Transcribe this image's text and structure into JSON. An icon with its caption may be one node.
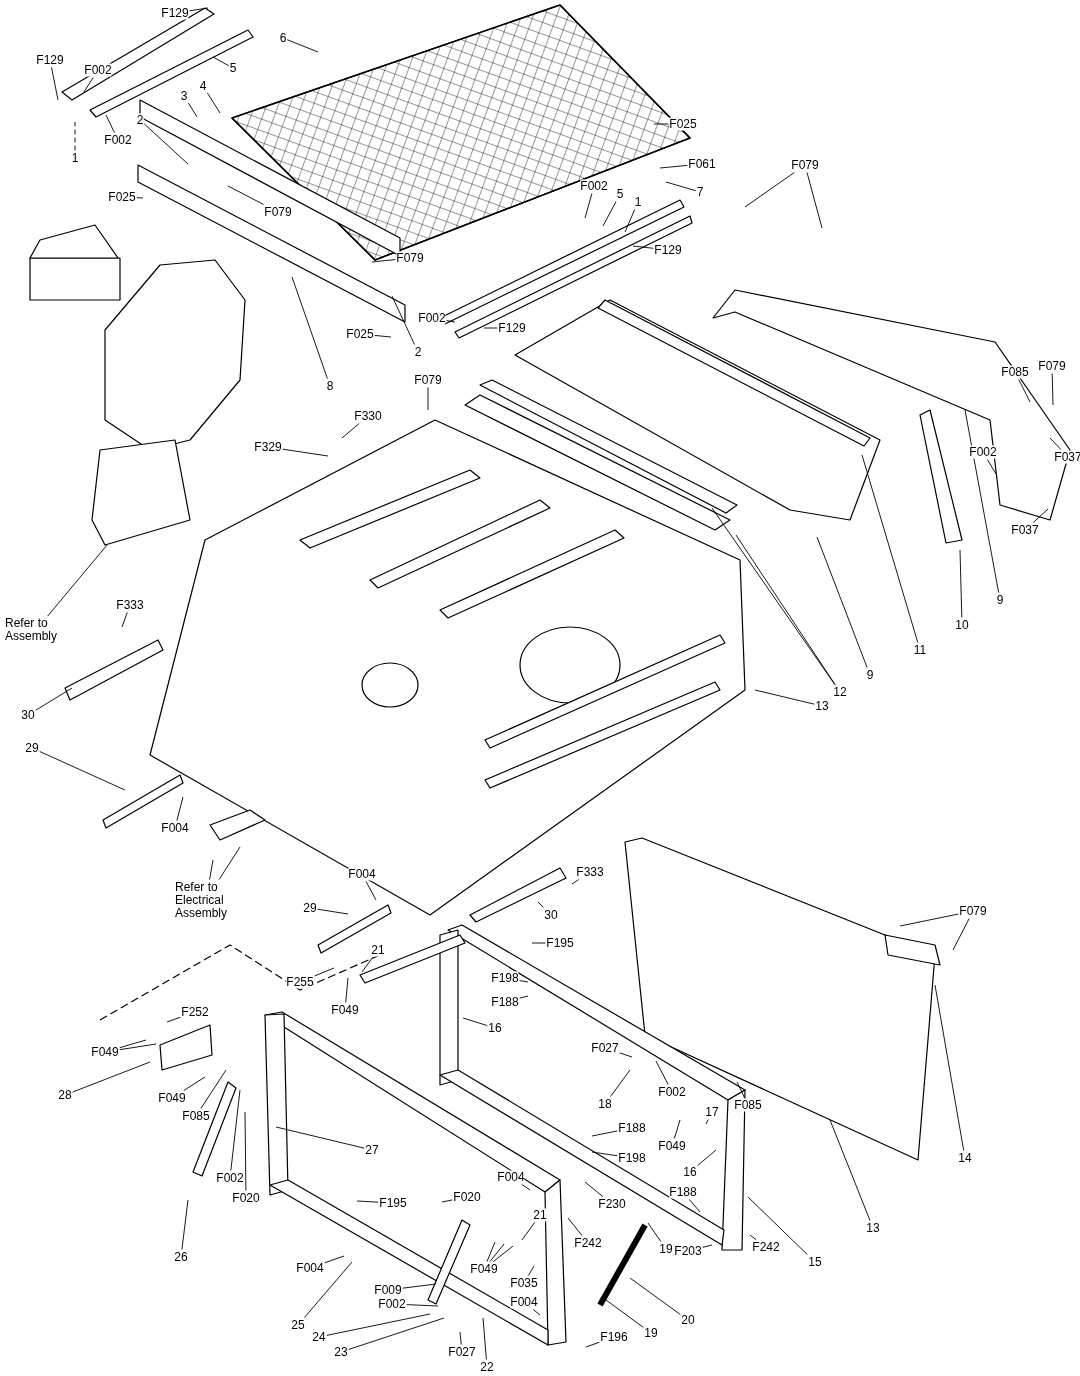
{
  "diagram": {
    "nodes": [
      {
        "text": [
          "F129"
        ]
      },
      {
        "text": [
          "5"
        ]
      },
      {
        "text": [
          "6"
        ]
      },
      {
        "text": [
          "F129"
        ]
      },
      {
        "text": [
          "F002"
        ]
      },
      {
        "text": [
          "2"
        ]
      },
      {
        "text": [
          "3"
        ]
      },
      {
        "text": [
          "4"
        ]
      },
      {
        "text": [
          "F002"
        ]
      },
      {
        "text": [
          "1"
        ]
      },
      {
        "text": [
          "F025"
        ]
      },
      {
        "text": [
          "F079"
        ]
      },
      {
        "text": [
          "F025"
        ]
      },
      {
        "text": [
          "F061"
        ]
      },
      {
        "text": [
          "7"
        ]
      },
      {
        "text": [
          "F079"
        ]
      },
      {
        "text": [
          "F002"
        ]
      },
      {
        "text": [
          "5"
        ]
      },
      {
        "text": [
          "1"
        ]
      },
      {
        "text": [
          "F129"
        ]
      },
      {
        "text": [
          "F079"
        ]
      },
      {
        "text": [
          "F002"
        ]
      },
      {
        "text": [
          "F129"
        ]
      },
      {
        "text": [
          "F025"
        ]
      },
      {
        "text": [
          "2"
        ]
      },
      {
        "text": [
          "8"
        ]
      },
      {
        "text": [
          "F079"
        ]
      },
      {
        "text": [
          "F330"
        ]
      },
      {
        "text": [
          "F329"
        ]
      },
      {
        "text": [
          "F079"
        ]
      },
      {
        "text": [
          "F085"
        ]
      },
      {
        "text": [
          "F037"
        ]
      },
      {
        "text": [
          "F002"
        ]
      },
      {
        "text": [
          "F037"
        ]
      },
      {
        "text": [
          "Refer to Assembly"
        ]
      },
      {
        "text": [
          "F333"
        ]
      },
      {
        "text": [
          "30"
        ]
      },
      {
        "text": [
          "9"
        ]
      },
      {
        "text": [
          "11"
        ]
      },
      {
        "text": [
          "10"
        ]
      },
      {
        "text": [
          "9"
        ]
      },
      {
        "text": [
          "12"
        ]
      },
      {
        "text": [
          "13"
        ]
      },
      {
        "text": [
          "29"
        ]
      },
      {
        "text": [
          "F004"
        ]
      },
      {
        "text": [
          "Refer to Electrical Assembly"
        ]
      },
      {
        "text": [
          "F333"
        ]
      },
      {
        "text": [
          "30"
        ]
      },
      {
        "text": [
          "F004"
        ]
      },
      {
        "text": [
          "29"
        ]
      },
      {
        "text": [
          "F079"
        ]
      },
      {
        "text": [
          "21"
        ]
      },
      {
        "text": [
          "F255"
        ]
      },
      {
        "text": [
          "F049"
        ]
      },
      {
        "text": [
          "F195"
        ]
      },
      {
        "text": [
          "F198"
        ]
      },
      {
        "text": [
          "F188"
        ]
      },
      {
        "text": [
          "F252"
        ]
      },
      {
        "text": [
          "F049"
        ]
      },
      {
        "text": [
          "16"
        ]
      },
      {
        "text": [
          "28"
        ]
      },
      {
        "text": [
          "F049"
        ]
      },
      {
        "text": [
          "F085"
        ]
      },
      {
        "text": [
          "F027"
        ]
      },
      {
        "text": [
          "F002"
        ]
      },
      {
        "text": [
          "18"
        ]
      },
      {
        "text": [
          "F085"
        ]
      },
      {
        "text": [
          "27"
        ]
      },
      {
        "text": [
          "F049"
        ]
      },
      {
        "text": [
          "17"
        ]
      },
      {
        "text": [
          "16"
        ]
      },
      {
        "text": [
          "F188"
        ]
      },
      {
        "text": [
          "F198"
        ]
      },
      {
        "text": [
          "F188"
        ]
      },
      {
        "text": [
          "F002"
        ]
      },
      {
        "text": [
          "F020"
        ]
      },
      {
        "text": [
          "26"
        ]
      },
      {
        "text": [
          "F195"
        ]
      },
      {
        "text": [
          "F020"
        ]
      },
      {
        "text": [
          "F004"
        ]
      },
      {
        "text": [
          "F230"
        ]
      },
      {
        "text": [
          "21"
        ]
      },
      {
        "text": [
          "F242"
        ]
      },
      {
        "text": [
          "F049"
        ]
      },
      {
        "text": [
          "F035"
        ]
      },
      {
        "text": [
          "F004"
        ]
      },
      {
        "text": [
          "F009"
        ]
      },
      {
        "text": [
          "F002"
        ]
      },
      {
        "text": [
          "F004"
        ]
      },
      {
        "text": [
          "25"
        ]
      },
      {
        "text": [
          "24"
        ]
      },
      {
        "text": [
          "23"
        ]
      },
      {
        "text": [
          "F027"
        ]
      },
      {
        "text": [
          "22"
        ]
      },
      {
        "text": [
          "F196"
        ]
      },
      {
        "text": [
          "19"
        ]
      },
      {
        "text": [
          "19"
        ]
      },
      {
        "text": [
          "20"
        ]
      },
      {
        "text": [
          "F203"
        ]
      },
      {
        "text": [
          "F242"
        ]
      },
      {
        "text": [
          "15"
        ]
      },
      {
        "text": [
          "13"
        ]
      },
      {
        "text": [
          "14"
        ]
      }
    ],
    "edges": [
      {
        "from": 0,
        "to": null,
        "arrow": "none"
      },
      {
        "from": 1,
        "to": null,
        "arrow": "none"
      },
      {
        "from": 2,
        "to": null,
        "arrow": "none"
      },
      {
        "from": 3,
        "to": null,
        "arrow": "none"
      },
      {
        "from": 4,
        "to": null,
        "arrow": "none"
      },
      {
        "from": 5,
        "to": null,
        "arrow": "none"
      },
      {
        "from": 6,
        "to": null,
        "arrow": "none"
      },
      {
        "from": 7,
        "to": null,
        "arrow": "none"
      },
      {
        "from": 8,
        "to": null,
        "arrow": "none"
      },
      {
        "from": 9,
        "to": null,
        "arrow": "none",
        "style": "dashed"
      },
      {
        "from": 10,
        "to": null,
        "arrow": "none"
      },
      {
        "from": 11,
        "to": null,
        "arrow": "none"
      },
      {
        "from": 12,
        "to": null,
        "arrow": "none"
      },
      {
        "from": 13,
        "to": null,
        "arrow": "none"
      },
      {
        "from": 14,
        "to": null,
        "arrow": "none"
      },
      {
        "from": 15,
        "to": null,
        "arrow": "none"
      },
      {
        "from": 16,
        "to": null,
        "arrow": "none"
      },
      {
        "from": 17,
        "to": null,
        "arrow": "none"
      },
      {
        "from": 18,
        "to": null,
        "arrow": "none"
      },
      {
        "from": 19,
        "to": null,
        "arrow": "none"
      },
      {
        "from": 20,
        "to": null,
        "arrow": "none"
      },
      {
        "from": 20,
        "to": null,
        "arrow": "none"
      },
      {
        "from": 21,
        "to": null,
        "arrow": "none"
      },
      {
        "from": 22,
        "to": null,
        "arrow": "none"
      },
      {
        "from": 23,
        "to": null,
        "arrow": "none"
      },
      {
        "from": 24,
        "to": null,
        "arrow": "none"
      },
      {
        "from": 25,
        "to": null,
        "arrow": "none"
      },
      {
        "from": 26,
        "to": null,
        "arrow": "none"
      },
      {
        "from": 27,
        "to": null,
        "arrow": "none"
      },
      {
        "from": 28,
        "to": null,
        "arrow": "none"
      },
      {
        "from": 29,
        "to": null,
        "arrow": "none"
      },
      {
        "from": 30,
        "to": null,
        "arrow": "none"
      },
      {
        "from": 31,
        "to": null,
        "arrow": "none"
      },
      {
        "from": 32,
        "to": null,
        "arrow": "none"
      },
      {
        "from": 33,
        "to": null,
        "arrow": "none"
      },
      {
        "from": 34,
        "to": null,
        "arrow": "none"
      },
      {
        "from": 35,
        "to": null,
        "arrow": "none"
      },
      {
        "from": 36,
        "to": null,
        "arrow": "none"
      },
      {
        "from": 37,
        "to": null,
        "arrow": "none"
      },
      {
        "from": 38,
        "to": null,
        "arrow": "none"
      },
      {
        "from": 39,
        "to": null,
        "arrow": "none"
      },
      {
        "from": 40,
        "to": null,
        "arrow": "none"
      },
      {
        "from": 41,
        "to": null,
        "arrow": "none"
      },
      {
        "from": 41,
        "to": null,
        "arrow": "none"
      },
      {
        "from": 42,
        "to": null,
        "arrow": "none"
      },
      {
        "from": 43,
        "to": null,
        "arrow": "none"
      },
      {
        "from": 44,
        "to": null,
        "arrow": "none"
      },
      {
        "from": 45,
        "to": null,
        "arrow": "none"
      },
      {
        "from": 45,
        "to": null,
        "arrow": "none"
      },
      {
        "from": 46,
        "to": null,
        "arrow": "none"
      },
      {
        "from": 47,
        "to": null,
        "arrow": "none"
      },
      {
        "from": 48,
        "to": null,
        "arrow": "none"
      },
      {
        "from": 49,
        "to": null,
        "arrow": "none"
      },
      {
        "from": 50,
        "to": null,
        "arrow": "none"
      },
      {
        "from": 50,
        "to": null,
        "arrow": "none"
      },
      {
        "from": 51,
        "to": null,
        "arrow": "none"
      },
      {
        "from": 52,
        "to": null,
        "arrow": "none"
      },
      {
        "from": 53,
        "to": null,
        "arrow": "none"
      },
      {
        "from": 54,
        "to": null,
        "arrow": "none"
      },
      {
        "from": 55,
        "to": null,
        "arrow": "none"
      },
      {
        "from": 56,
        "to": null,
        "arrow": "none"
      },
      {
        "from": 57,
        "to": null,
        "arrow": "none"
      },
      {
        "from": 58,
        "to": null,
        "arrow": "none"
      },
      {
        "from": 58,
        "to": null,
        "arrow": "none"
      },
      {
        "from": 59,
        "to": null,
        "arrow": "none"
      },
      {
        "from": 60,
        "to": null,
        "arrow": "none"
      },
      {
        "from": 61,
        "to": null,
        "arrow": "none"
      },
      {
        "from": 62,
        "to": null,
        "arrow": "none"
      },
      {
        "from": 63,
        "to": null,
        "arrow": "none"
      },
      {
        "from": 64,
        "to": null,
        "arrow": "none"
      },
      {
        "from": 65,
        "to": null,
        "arrow": "none"
      },
      {
        "from": 66,
        "to": null,
        "arrow": "none"
      },
      {
        "from": 67,
        "to": null,
        "arrow": "none"
      },
      {
        "from": 68,
        "to": null,
        "arrow": "none"
      },
      {
        "from": 69,
        "to": null,
        "arrow": "none"
      },
      {
        "from": 70,
        "to": null,
        "arrow": "none"
      },
      {
        "from": 71,
        "to": null,
        "arrow": "none"
      },
      {
        "from": 72,
        "to": null,
        "arrow": "none"
      },
      {
        "from": 73,
        "to": null,
        "arrow": "none"
      },
      {
        "from": 74,
        "to": null,
        "arrow": "none"
      },
      {
        "from": 75,
        "to": null,
        "arrow": "none"
      },
      {
        "from": 76,
        "to": null,
        "arrow": "none"
      },
      {
        "from": 77,
        "to": null,
        "arrow": "none"
      },
      {
        "from": 78,
        "to": null,
        "arrow": "none"
      },
      {
        "from": 79,
        "to": null,
        "arrow": "none"
      },
      {
        "from": 80,
        "to": null,
        "arrow": "none"
      },
      {
        "from": 81,
        "to": null,
        "arrow": "none"
      },
      {
        "from": 82,
        "to": null,
        "arrow": "none"
      },
      {
        "from": 83,
        "to": null,
        "arrow": "none"
      },
      {
        "from": 83,
        "to": null,
        "arrow": "none"
      },
      {
        "from": 83,
        "to": null,
        "arrow": "none"
      },
      {
        "from": 84,
        "to": null,
        "arrow": "none"
      },
      {
        "from": 85,
        "to": null,
        "arrow": "none"
      },
      {
        "from": 86,
        "to": null,
        "arrow": "none"
      },
      {
        "from": 87,
        "to": null,
        "arrow": "none"
      },
      {
        "from": 88,
        "to": null,
        "arrow": "none"
      },
      {
        "from": 89,
        "to": null,
        "arrow": "none"
      },
      {
        "from": 90,
        "to": null,
        "arrow": "none"
      },
      {
        "from": 91,
        "to": null,
        "arrow": "none"
      },
      {
        "from": 92,
        "to": null,
        "arrow": "none"
      },
      {
        "from": 93,
        "to": null,
        "arrow": "none"
      },
      {
        "from": 94,
        "to": null,
        "arrow": "none"
      },
      {
        "from": 95,
        "to": null,
        "arrow": "none"
      },
      {
        "from": 96,
        "to": null,
        "arrow": "none"
      },
      {
        "from": 97,
        "to": null,
        "arrow": "none"
      },
      {
        "from": 98,
        "to": null,
        "arrow": "none"
      },
      {
        "from": 99,
        "to": null,
        "arrow": "none"
      },
      {
        "from": 100,
        "to": null,
        "arrow": "none"
      },
      {
        "from": 101,
        "to": null,
        "arrow": "none"
      },
      {
        "from": 102,
        "to": null,
        "arrow": "none"
      }
    ]
  }
}
